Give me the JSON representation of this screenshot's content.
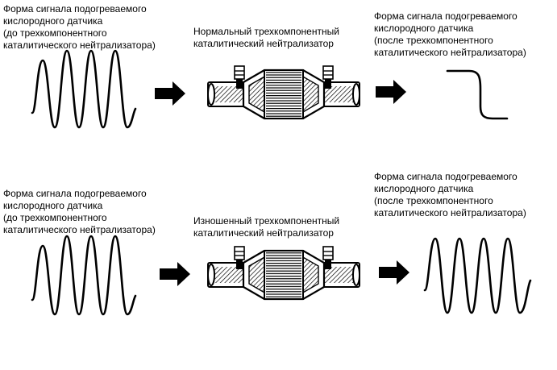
{
  "rows": [
    {
      "input_caption": [
        "Форма сигнала подогреваемого",
        "кислородного датчика",
        "(до трехкомпонентного",
        "каталитического нейтрализатора)"
      ],
      "converter_caption": [
        "Нормальный трехкомпонентный",
        "каталитический нейтрализатор"
      ],
      "output_caption": [
        "Форма сигнала подогреваемого",
        "кислородного датчика",
        "(после трехкомпонентного",
        "каталитического нейтрализатора)"
      ]
    },
    {
      "input_caption": [
        "Форма сигнала подогреваемого",
        "кислородного датчика",
        "(до трехкомпонентного",
        "каталитического нейтрализатора)"
      ],
      "converter_caption": [
        "Изношенный трехкомпонентный",
        "каталитический нейтрализатор"
      ],
      "output_caption": [
        "Форма сигнала подогреваемого",
        "кислородного датчика",
        "(после трехкомпонентного",
        "каталитического нейтрализатора)"
      ]
    }
  ]
}
